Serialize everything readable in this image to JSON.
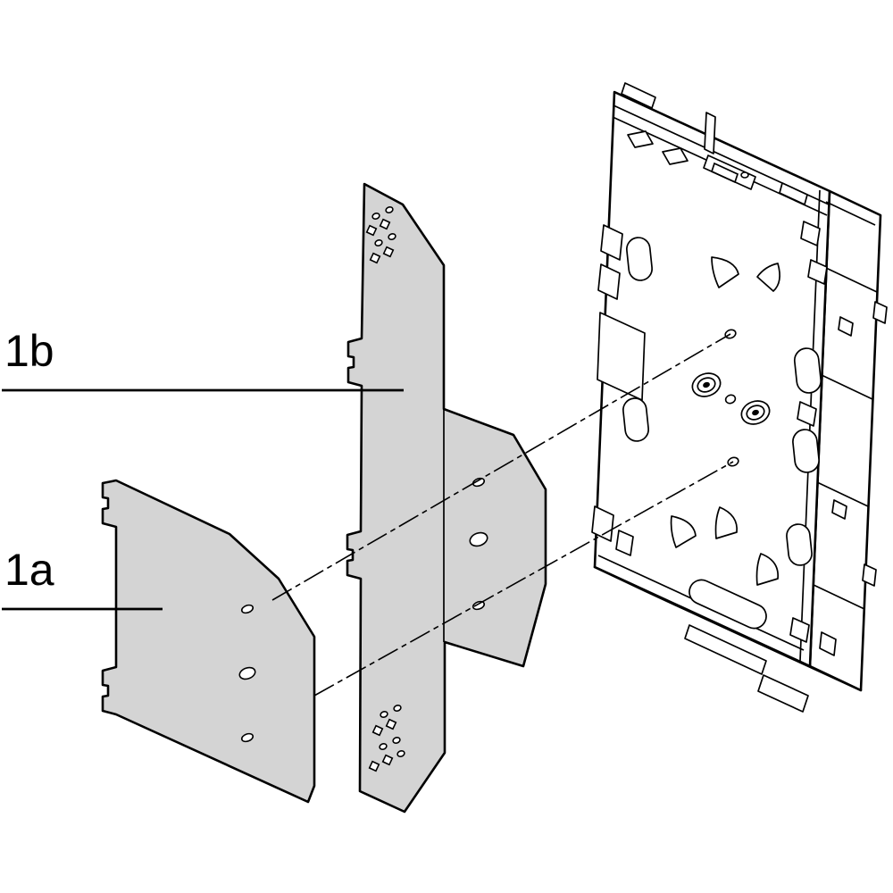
{
  "figure": {
    "kind": "exploded-assembly-diagram",
    "labels": {
      "part_1b": "1b",
      "part_1a": "1a"
    },
    "colors": {
      "background": "#ffffff",
      "line": "#000000",
      "plate_fill": "#d4d4d4",
      "tray_fill": "#ffffff"
    }
  }
}
